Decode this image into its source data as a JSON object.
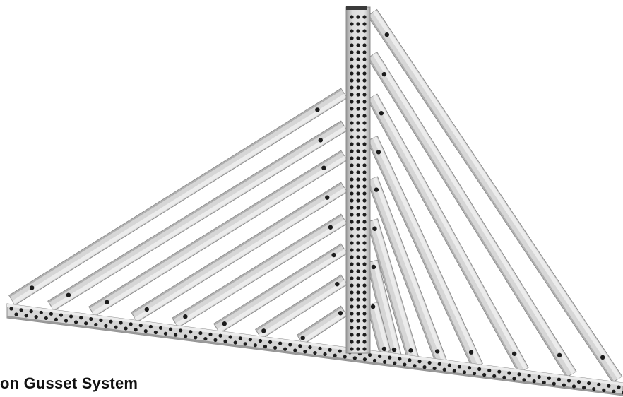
{
  "caption": {
    "text": "on Gusset System"
  },
  "figure": {
    "subject": "aluminum-channel-truss-assembly",
    "left_brace_count": 8,
    "right_brace_count": 8,
    "colors": {
      "channel_face": "#d6d6d6",
      "channel_light": "#ececec",
      "channel_dark": "#8c8c8c",
      "hole": "#1c1c1c",
      "background": "#ffffff"
    }
  }
}
